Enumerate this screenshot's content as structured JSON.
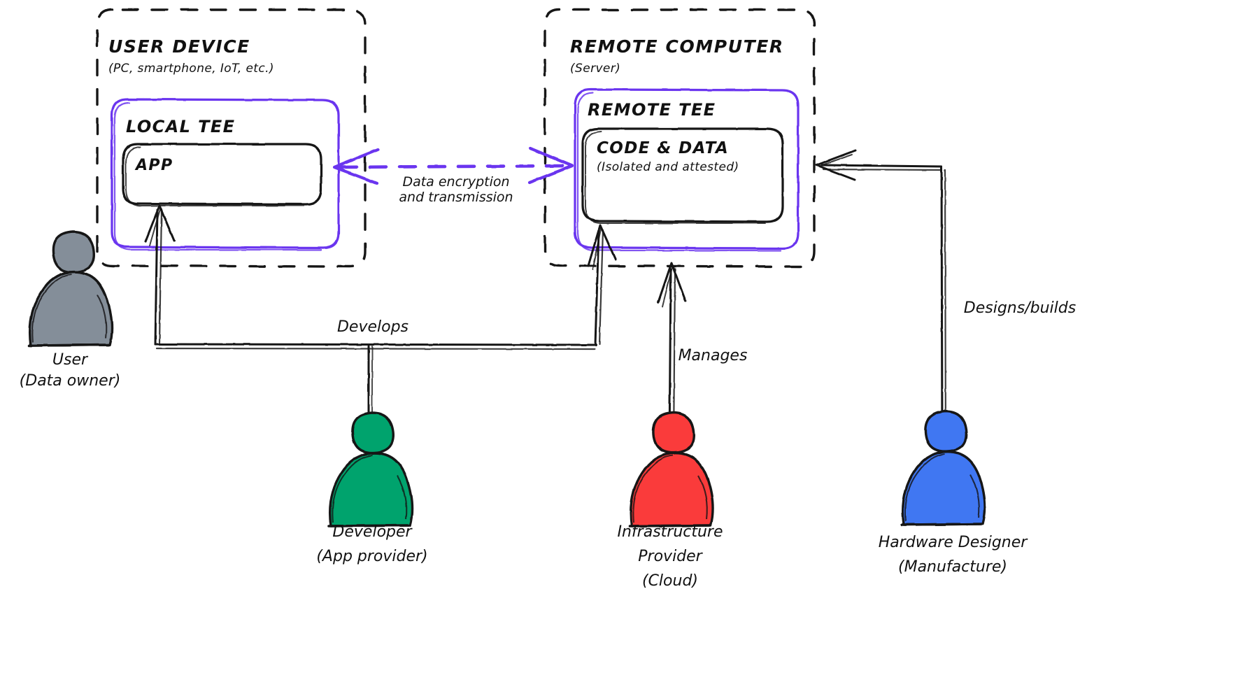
{
  "diagram": {
    "title": "Trusted Execution Environment (TEE) actors and data flow",
    "colors": {
      "tee_purple": "#6b35ef",
      "stroke_black": "#141414",
      "user_gray": "#848e99",
      "developer_green": "#04a36d",
      "infra_red": "#fa3a3a",
      "hardware_blue": "#4077f2",
      "background": "#ffffff"
    }
  },
  "user_device": {
    "title": "USER DEVICE",
    "subtitle": "(PC, smartphone, IoT, etc.)",
    "tee": {
      "title": "LOCAL TEE"
    },
    "app": {
      "title": "APP"
    }
  },
  "remote_computer": {
    "title": "REMOTE COMPUTER",
    "subtitle": "(Server)",
    "tee": {
      "title": "REMOTE TEE"
    },
    "code_data": {
      "title": "CODE & DATA",
      "subtitle": "(Isolated and attested)"
    }
  },
  "connection": {
    "label_line1": "Data encryption",
    "label_line2": "and transmission"
  },
  "actors": [
    {
      "id": "user",
      "name_line1": "User",
      "name_line2": "(Data owner)",
      "color": "#848e99",
      "relation": ""
    },
    {
      "id": "developer",
      "name_line1": "Developer",
      "name_line2": "(App provider)",
      "color": "#04a36d",
      "relation": "Develops"
    },
    {
      "id": "infrastructure-provider",
      "name_line1": "Infrastructure",
      "name_line2": "Provider",
      "name_line3": "(Cloud)",
      "color": "#fa3a3a",
      "relation": "Manages"
    },
    {
      "id": "hardware-designer",
      "name_line1": "Hardware Designer",
      "name_line2": "(Manufacture)",
      "color": "#4077f2",
      "relation": "Designs/builds"
    }
  ]
}
